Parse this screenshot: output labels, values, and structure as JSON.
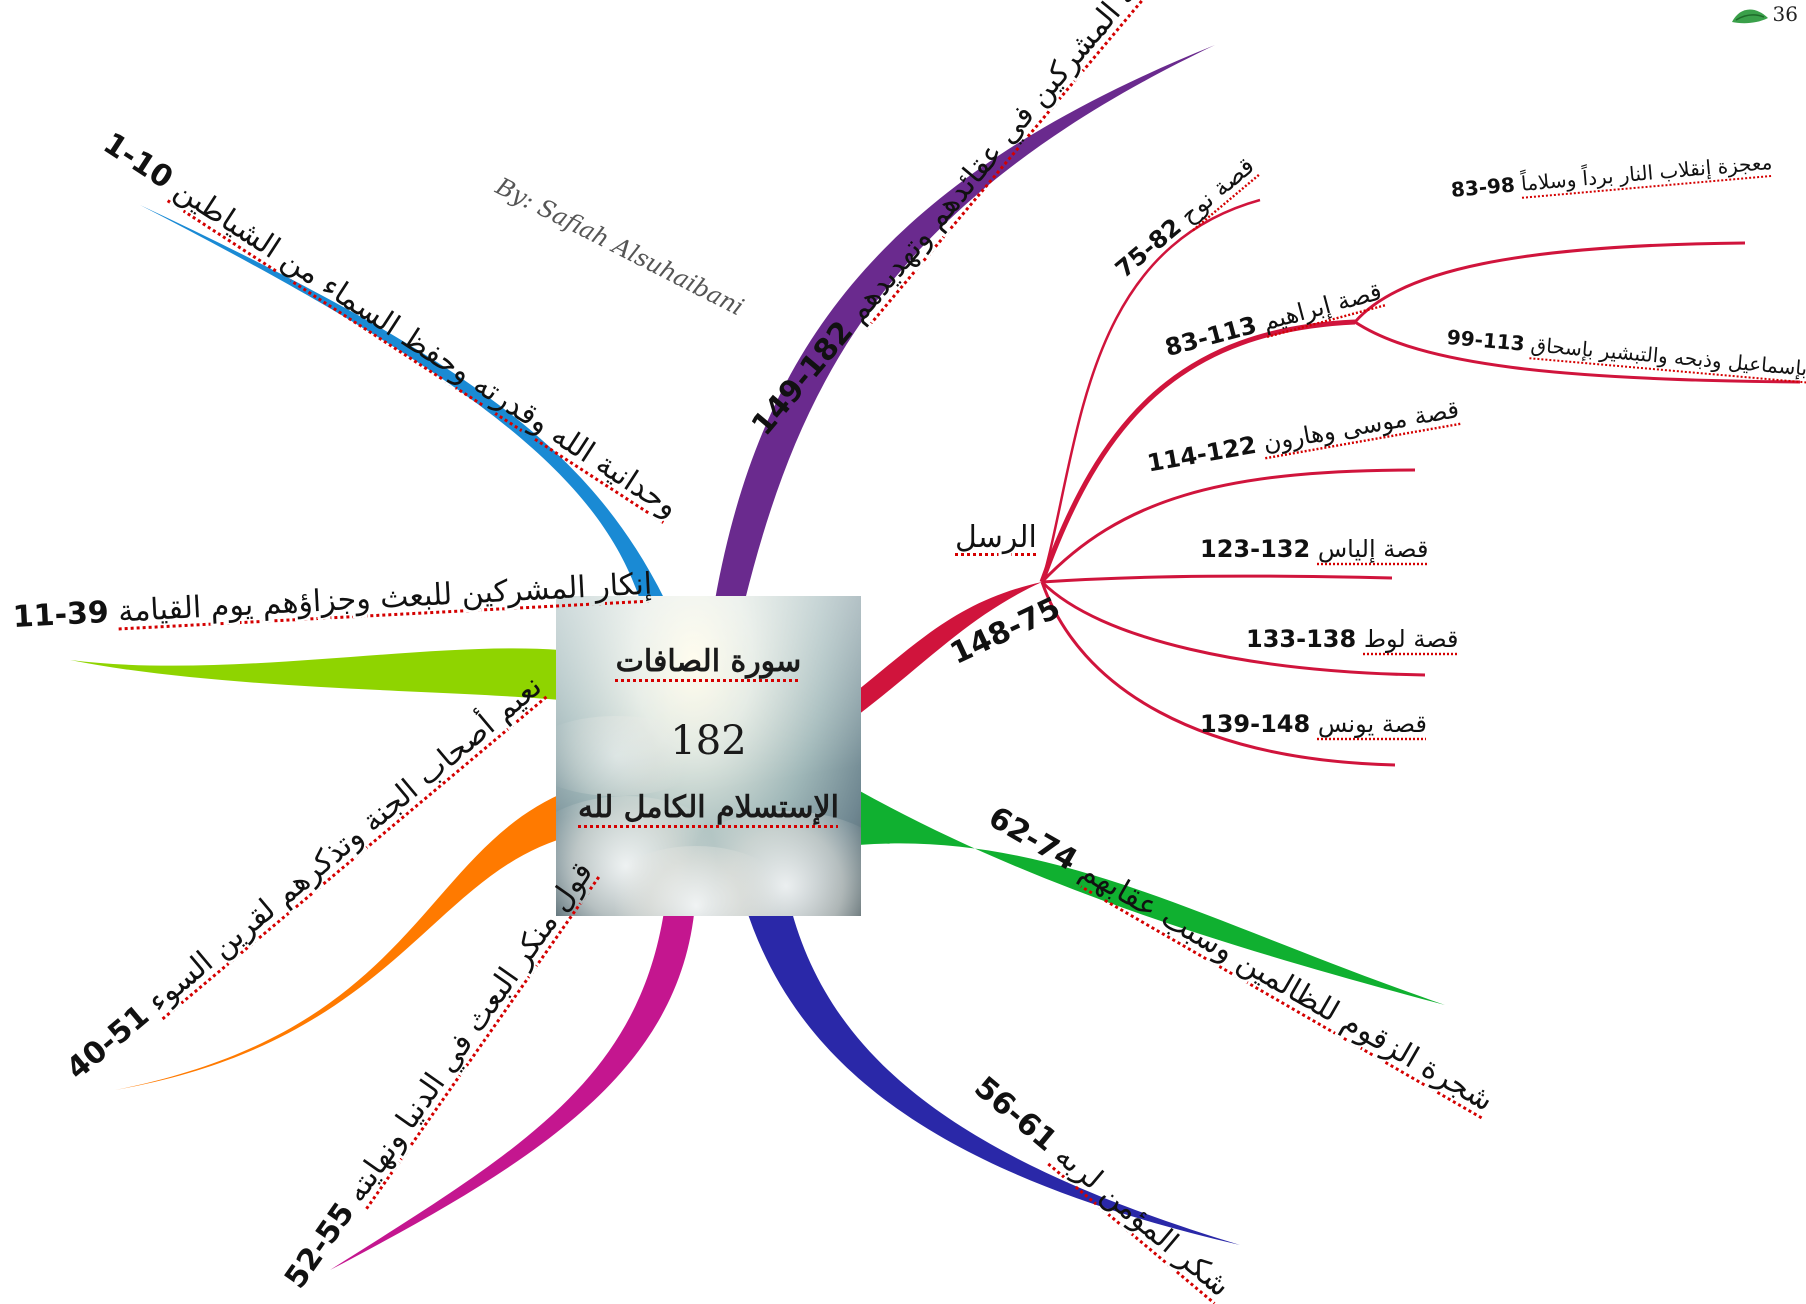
{
  "page_number": "36",
  "author": "By: Safiah Alsuhaibani",
  "center": {
    "title": "سورة الصافات",
    "verse_count": "182",
    "subtitle": "الإستسلام الكامل لله"
  },
  "branches": {
    "b1": {
      "text": "وحدانية الله وقدرته وحفظ السماء من الشياطين",
      "range": "10-1",
      "color": "#1a8ad4"
    },
    "b2": {
      "text": "إنكار المشركين للبعث وجزاؤهم يوم القيامة",
      "range": "39-11",
      "color": "#8fd400"
    },
    "b3": {
      "text": "نعيم أصحاب الجنة وتذكرهم لقرين السوء",
      "range": "51-40",
      "color": "#ff7a00"
    },
    "b4": {
      "text": "قول منكر البعث في الدنيا ونهايته",
      "range": "55-52",
      "color": "#c4168f"
    },
    "b5": {
      "text": "شكر المؤمن لربه",
      "range": "61-56",
      "color": "#2a28a8"
    },
    "b6": {
      "text": "شجرة الزقوم للظالمين وسبب عقابهم",
      "range": "74-62",
      "color": "#10b030"
    },
    "b7": {
      "text": "مناقشة المشركين في عقائدهم وتهديدهم",
      "range": "182-149",
      "color": "#6a2a8e"
    },
    "b8": {
      "text": "الرسل",
      "range": "148-75",
      "color": "#d0143c"
    }
  },
  "messengers": {
    "m1": {
      "text": "قصة نوح",
      "range": "82-75"
    },
    "m2": {
      "text": "قصة إبراهيم",
      "range": "113-83"
    },
    "m3": {
      "text": "قصة موسى وهارون",
      "range": "122-114"
    },
    "m4": {
      "text": "قصة إلياس",
      "range": "132-123"
    },
    "m5": {
      "text": "قصة لوط",
      "range": "138-133"
    },
    "m6": {
      "text": "قصة يونس",
      "range": "148-139"
    }
  },
  "ibrahim_sub": {
    "s1": {
      "text": "معجزة إنقلاب النار برداً وسلاماً",
      "range": "98-83"
    },
    "s2": {
      "text": "تبشيره بإسماعيل وذبحه والتبشير بإسحاق",
      "range": "113-99"
    }
  }
}
